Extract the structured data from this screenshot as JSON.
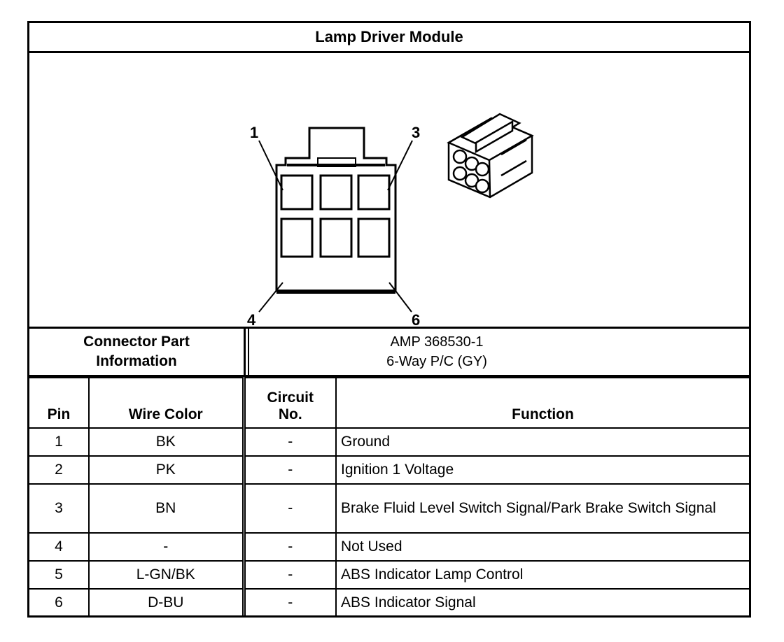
{
  "title": "Lamp Driver Module",
  "pin_callouts": [
    "1",
    "3",
    "4",
    "6"
  ],
  "connector": {
    "label_line1": "Connector Part",
    "label_line2": "Information",
    "part_number": "AMP 368530-1",
    "description": "6-Way P/C (GY)"
  },
  "table": {
    "headers": {
      "pin": "Pin",
      "wire_color": "Wire Color",
      "circuit_line1": "Circuit",
      "circuit_line2": "No.",
      "function": "Function"
    },
    "rows": [
      {
        "pin": "1",
        "wire_color": "BK",
        "circuit": "-",
        "function": "Ground"
      },
      {
        "pin": "2",
        "wire_color": "PK",
        "circuit": "-",
        "function": "Ignition 1 Voltage"
      },
      {
        "pin": "3",
        "wire_color": "BN",
        "circuit": "-",
        "function": "Brake Fluid Level Switch Signal/Park Brake Switch Signal"
      },
      {
        "pin": "4",
        "wire_color": "-",
        "circuit": "-",
        "function": "Not Used"
      },
      {
        "pin": "5",
        "wire_color": "L-GN/BK",
        "circuit": "-",
        "function": "ABS Indicator Lamp Control"
      },
      {
        "pin": "6",
        "wire_color": "D-BU",
        "circuit": "-",
        "function": "ABS Indicator Signal"
      }
    ]
  }
}
